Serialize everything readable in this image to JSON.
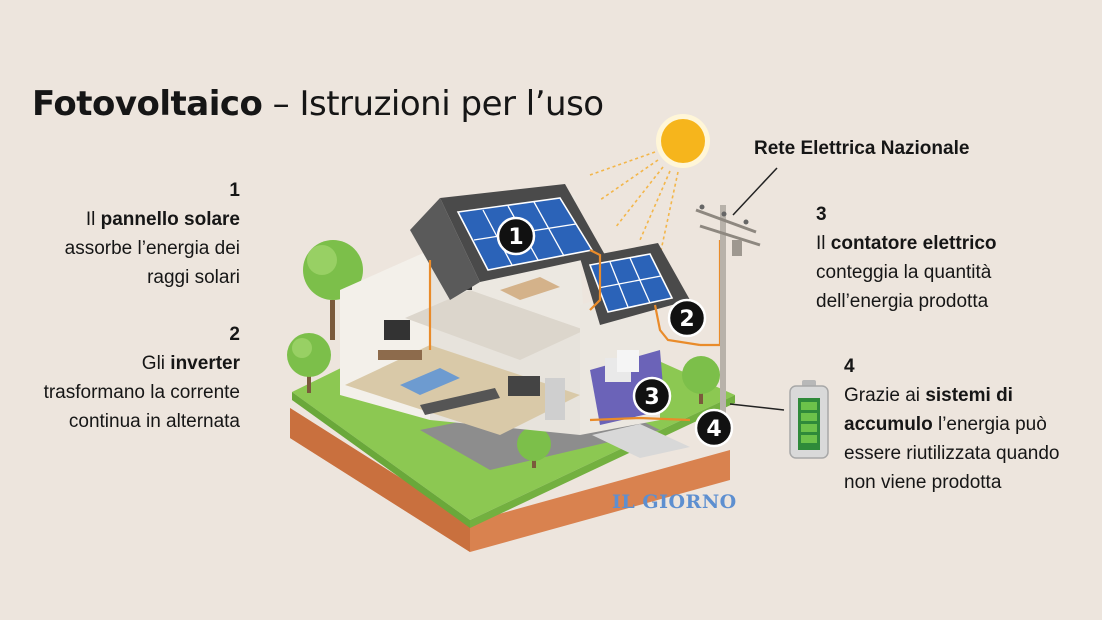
{
  "title": {
    "bold": "Fotovoltaico",
    "separator": " – ",
    "light": "Istruzioni per l’uso"
  },
  "grid_label": "Rete Elettrica Nazionale",
  "logo": "IL GIORNO",
  "steps": [
    {
      "number": "1",
      "pre": "Il ",
      "bold": "pannello solare",
      "post": " assorbe l’energia dei raggi solari"
    },
    {
      "number": "2",
      "pre": "Gli ",
      "bold": "inverter",
      "post": " trasformano la corrente continua in alternata"
    },
    {
      "number": "3",
      "pre": "Il ",
      "bold": "contatore elettrico",
      "post": " conteggia la quantità dell’energia prodotta"
    },
    {
      "number": "4",
      "pre": "Grazie ai ",
      "bold": "sistemi di accumulo",
      "post": " l’energia può essere riutilizzata quando non viene prodotta"
    }
  ],
  "badges": [
    "1",
    "2",
    "3",
    "4"
  ],
  "colors": {
    "background": "#ede5dd",
    "panel_blue": "#2b63b8",
    "roof": "#4a4a4a",
    "grass": "#7cbf4a",
    "soil": "#d9824f",
    "sun": "#f6b51c",
    "wire": "#e98b2a",
    "logo": "#5d8fd0"
  }
}
